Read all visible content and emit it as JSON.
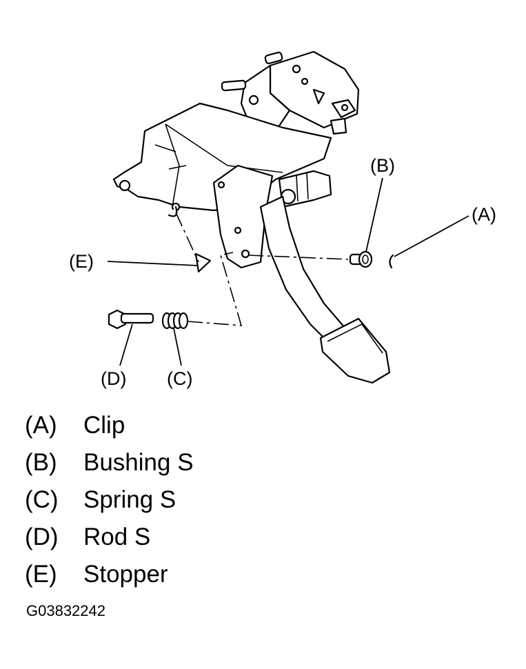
{
  "callouts": {
    "a": "(A)",
    "b": "(B)",
    "c": "(C)",
    "d": "(D)",
    "e": "(E)"
  },
  "legend": [
    {
      "key": "(A)",
      "label": "Clip"
    },
    {
      "key": "(B)",
      "label": "Bushing S"
    },
    {
      "key": "(C)",
      "label": "Spring S"
    },
    {
      "key": "(D)",
      "label": "Rod S"
    },
    {
      "key": "(E)",
      "label": "Stopper"
    }
  ],
  "figure_code": "G03832242"
}
